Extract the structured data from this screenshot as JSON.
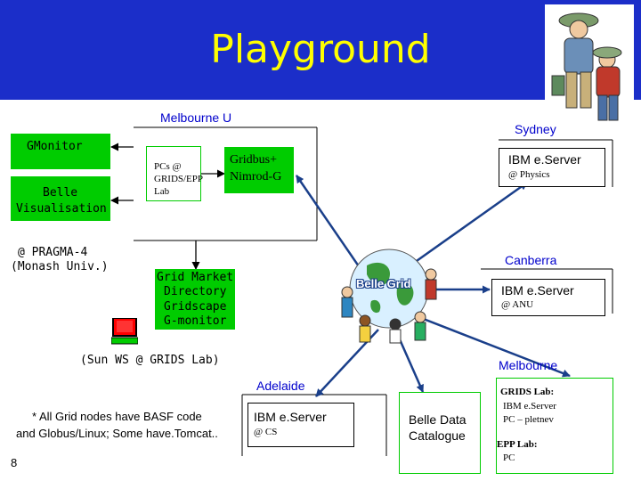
{
  "header": {
    "title": "Playground"
  },
  "labels": {
    "melbourne_u": "Melbourne U",
    "sydney": "Sydney",
    "canberra": "Canberra",
    "adelaide": "Adelaide",
    "melbourne": "Melbourne",
    "monash": [
      "@ PRAGMA-4",
      "(Monash Univ.)"
    ],
    "sun_ws": "(Sun WS @ GRIDS Lab)",
    "note": [
      "* All Grid nodes have BASF code",
      "and Globus/Linux; Some have.Tomcat.."
    ],
    "page_number": "8",
    "belle_grid": "Belle Grid"
  },
  "nodes": {
    "gmonitor": "GMonitor",
    "belle_vis": [
      "Belle",
      "Visualisation"
    ],
    "pcs": [
      "PCs @",
      "GRIDS/EPP",
      "Lab"
    ],
    "gridbus": [
      "Gridbus+",
      "Nimrod-G"
    ],
    "grid_market": [
      "Grid Market",
      "Directory",
      "Gridscape",
      "G-monitor"
    ],
    "sydney_server": {
      "title": "IBM e.Server",
      "sub": "@ Physics"
    },
    "canberra_server": {
      "title": "IBM e.Server",
      "sub": "@ ANU"
    },
    "adelaide_server": {
      "title": "IBM e.Server",
      "sub": "@ CS"
    },
    "belle_data": [
      "Belle Data",
      "Catalogue"
    ],
    "melbourne_grids": [
      "GRIDS Lab:",
      "IBM e.Server",
      "PC – pletnev",
      "EPP Lab:",
      "PC"
    ]
  },
  "colors": {
    "header_bg": "#1b2ec9",
    "title": "#ffff00",
    "node_green": "#00cc00",
    "link_blue": "#0000cc"
  }
}
